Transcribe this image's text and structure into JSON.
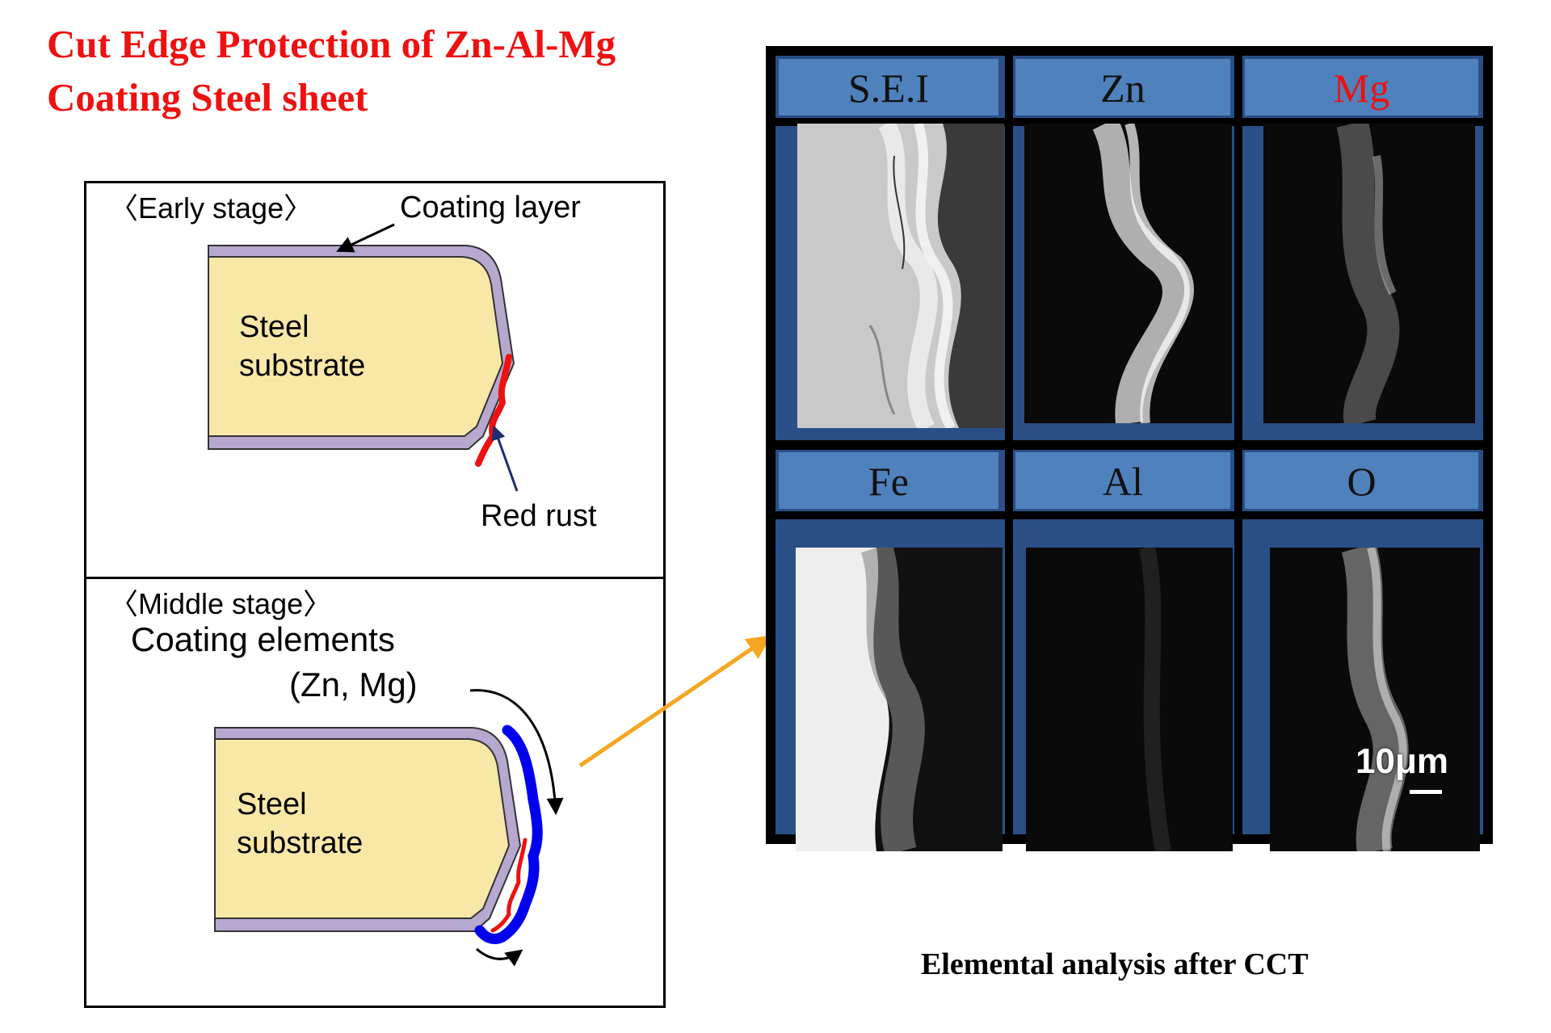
{
  "title": {
    "line1": "Cut Edge Protection of Zn-Al-Mg",
    "line2": "Coating Steel sheet"
  },
  "early_stage": {
    "label": "〈Early stage〉",
    "coating_layer": "Coating layer",
    "steel_line1": "Steel",
    "steel_line2": "substrate",
    "red_rust": "Red rust"
  },
  "middle_stage": {
    "label": "〈Middle stage〉",
    "coating_elements": "Coating elements",
    "zn_mg": "(Zn, Mg)",
    "steel_line1": "Steel",
    "steel_line2": "substrate"
  },
  "eds": {
    "headers": [
      "S.E.I",
      "Zn",
      "Mg",
      "Fe",
      "Al",
      "O"
    ],
    "scale": "10μm",
    "caption": "Elemental analysis after CCT"
  },
  "colors": {
    "title": "#ee1111",
    "steel": "#f9e7a8",
    "coating": "#b7a8cf",
    "rust": "#ee1111",
    "coating_elements": "#0000ee",
    "arrow": "#f5a623",
    "header_bg": "#4f81bd",
    "panel_bg": "#2a4f86"
  }
}
